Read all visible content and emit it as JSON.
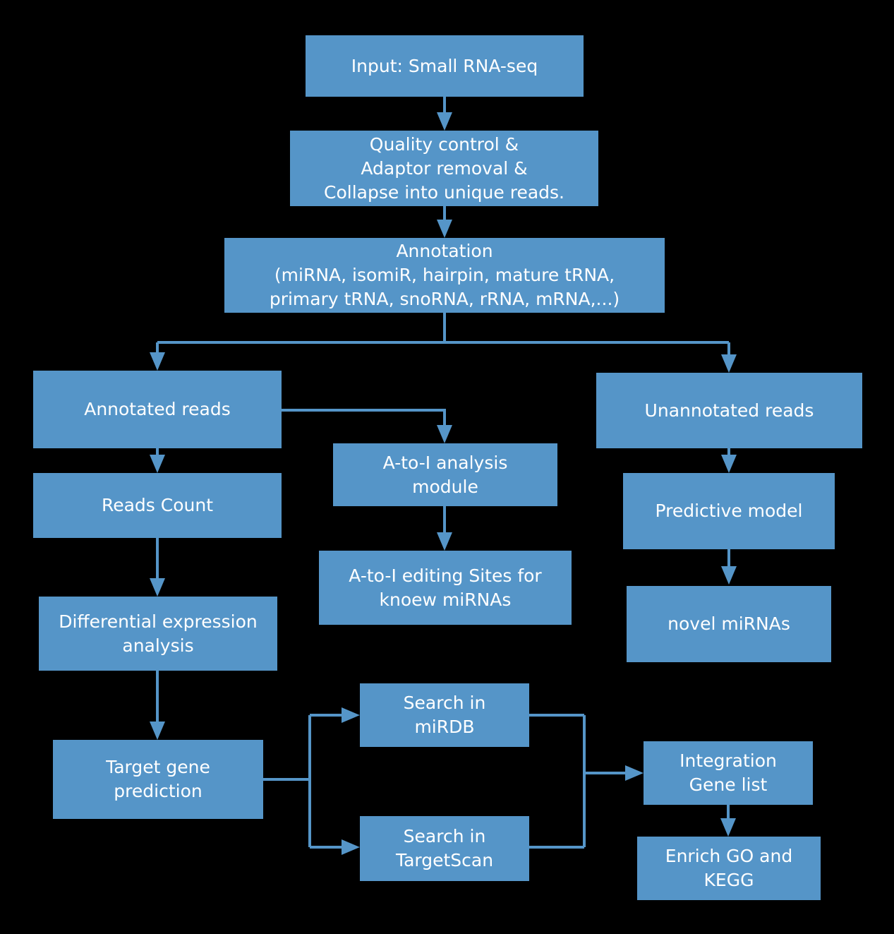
{
  "colors": {
    "background": "#000000",
    "box_fill": "#5595c8",
    "connector": "#5595c8",
    "text": "#ffffff"
  },
  "nodes": {
    "input": {
      "label": "Input: Small RNA-seq"
    },
    "quality_control": {
      "label": "Quality control &\nAdaptor removal &\nCollapse into unique reads."
    },
    "annotation": {
      "label": "Annotation\n(miRNA, isomiR, hairpin, mature tRNA,\nprimary tRNA, snoRNA, rRNA, mRNA,...)"
    },
    "annotated_reads": {
      "label": "Annotated reads"
    },
    "reads_count": {
      "label": "Reads Count"
    },
    "differential_expression": {
      "label": "Differential expression\nanalysis"
    },
    "target_gene_prediction": {
      "label": "Target gene\nprediction"
    },
    "atoi_analysis_module": {
      "label": "A-to-I analysis\nmodule"
    },
    "atoi_editing_sites": {
      "label": "A-to-I editing Sites for\nknoew miRNAs"
    },
    "unannotated_reads": {
      "label": "Unannotated reads"
    },
    "predictive_model": {
      "label": "Predictive model"
    },
    "novel_mirnas": {
      "label": "novel miRNAs"
    },
    "search_mirdb": {
      "label": "Search in\nmiRDB"
    },
    "search_targetscan": {
      "label": "Search in\nTargetScan"
    },
    "integration_gene_list": {
      "label": "Integration\nGene list"
    },
    "enrich_go_kegg": {
      "label": "Enrich GO and\nKEGG"
    }
  },
  "edges": [
    {
      "from": "input",
      "to": "quality_control"
    },
    {
      "from": "quality_control",
      "to": "annotation"
    },
    {
      "from": "annotation",
      "to": "annotated_reads"
    },
    {
      "from": "annotation",
      "to": "unannotated_reads"
    },
    {
      "from": "annotated_reads",
      "to": "reads_count"
    },
    {
      "from": "annotated_reads",
      "to": "atoi_analysis_module"
    },
    {
      "from": "reads_count",
      "to": "differential_expression"
    },
    {
      "from": "differential_expression",
      "to": "target_gene_prediction"
    },
    {
      "from": "atoi_analysis_module",
      "to": "atoi_editing_sites"
    },
    {
      "from": "unannotated_reads",
      "to": "predictive_model"
    },
    {
      "from": "predictive_model",
      "to": "novel_mirnas"
    },
    {
      "from": "target_gene_prediction",
      "to": "search_mirdb"
    },
    {
      "from": "target_gene_prediction",
      "to": "search_targetscan"
    },
    {
      "from": "search_mirdb",
      "to": "integration_gene_list"
    },
    {
      "from": "search_targetscan",
      "to": "integration_gene_list"
    },
    {
      "from": "integration_gene_list",
      "to": "enrich_go_kegg"
    }
  ]
}
